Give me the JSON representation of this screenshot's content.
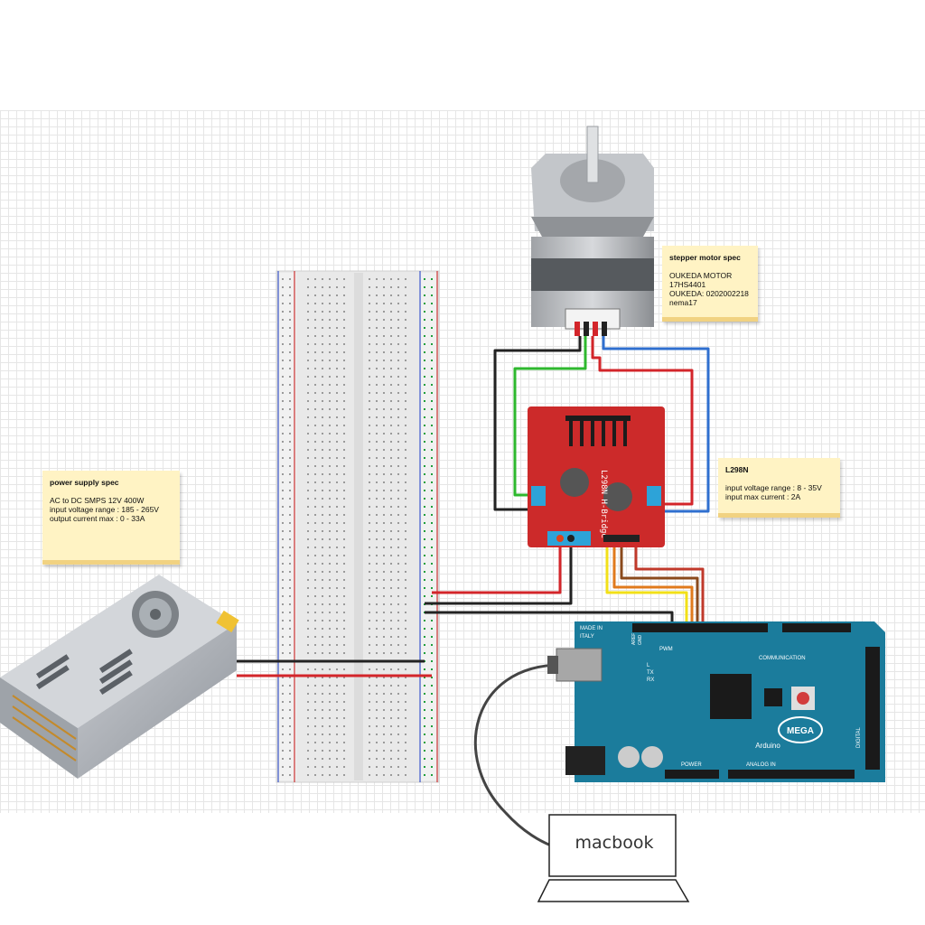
{
  "notes": {
    "power_supply": {
      "title": "power supply spec",
      "lines": [
        "AC to DC SMPS 12V 400W",
        "input voltage range : 185 - 265V",
        "output current max : 0 - 33A"
      ]
    },
    "stepper": {
      "title": "stepper motor spec",
      "lines": [
        "OUKEDA MOTOR",
        "17HS4401",
        "OUKEDA: 0202002218",
        "nema17"
      ]
    },
    "driver": {
      "title": "L298N",
      "lines": [
        "input voltage range : 8 - 35V",
        "input max current : 2A"
      ]
    }
  },
  "boards": {
    "driver_silk": "L298N H-Bridge",
    "arduino_brand": "Arduino",
    "arduino_model": "MEGA",
    "made_in": "MADE IN",
    "country": "ITALY",
    "communication": "COMMUNICATION",
    "power": "POWER",
    "analog_in": "ANALOG IN",
    "digital": "DIGITAL",
    "pwm": "PWM",
    "tx": "TX",
    "rx": "RX",
    "l": "L",
    "aref": "AREF",
    "gnd": "GND"
  },
  "laptop": {
    "label": "macbook"
  },
  "colors": {
    "wire_red": "#d3252a",
    "wire_black": "#222222",
    "wire_green": "#2eb82e",
    "wire_blue": "#2f6fcf",
    "wire_yellow": "#f2e018",
    "wire_orange": "#e07a1c",
    "wire_brown": "#8a4a1c",
    "driver_board": "#cc2a2a",
    "arduino_board": "#1b7c9c",
    "note_bg": "#fff3c4"
  }
}
